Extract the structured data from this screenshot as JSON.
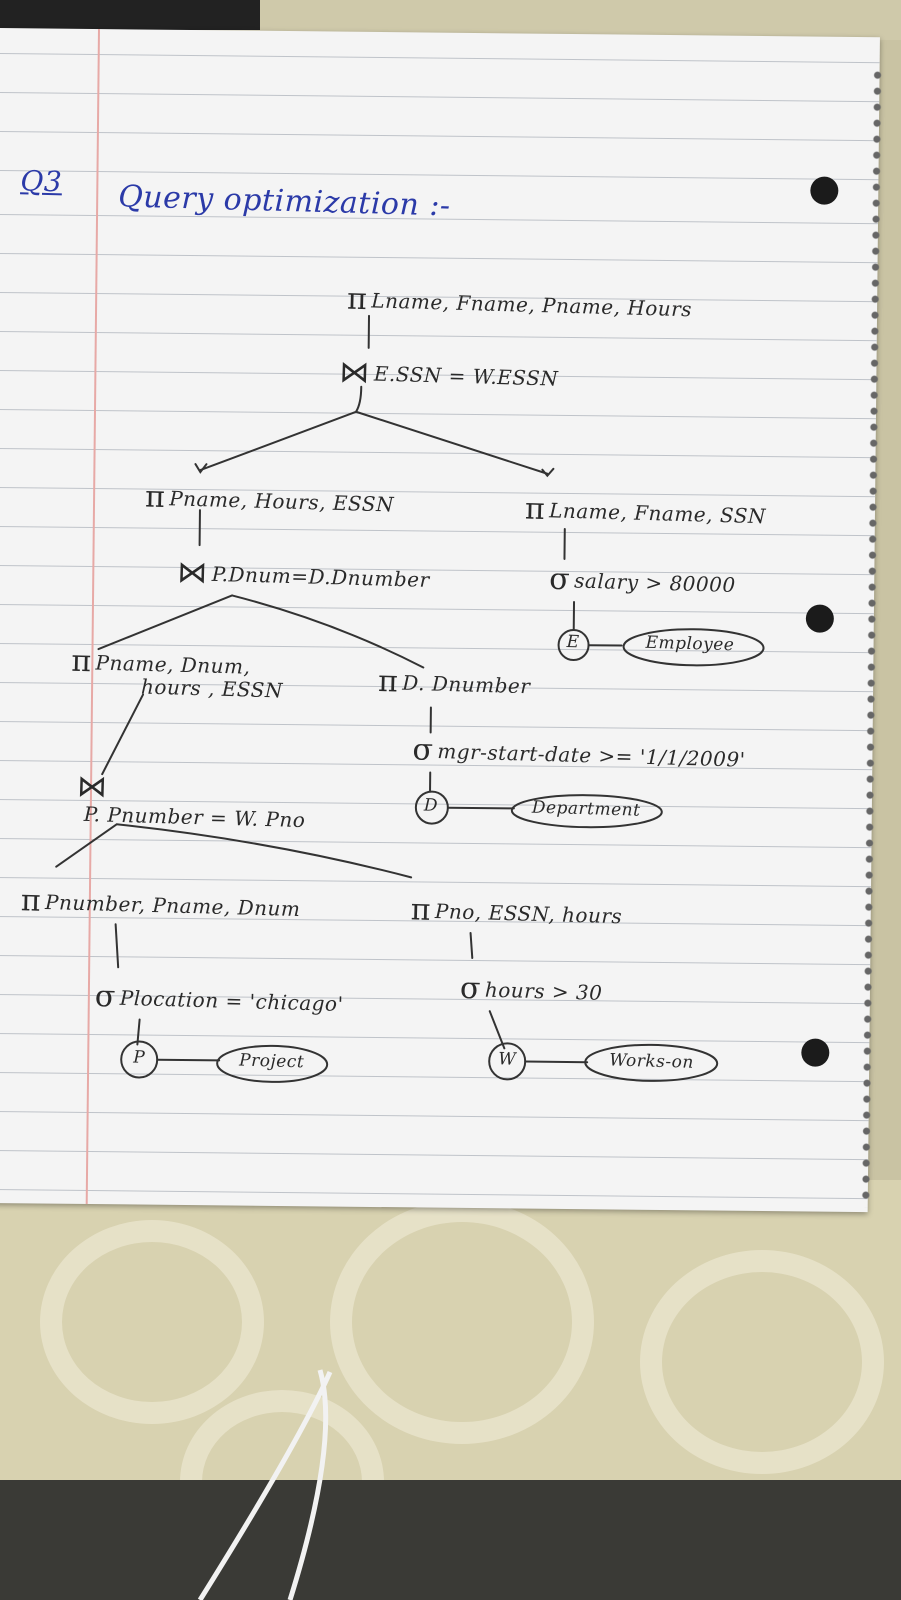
{
  "heading": {
    "number": "Q3",
    "title": "Query optimization :-"
  },
  "tree": {
    "root": {
      "symbol": "π",
      "label": "Lname, Fname, Pname, Hours"
    },
    "top_join": {
      "symbol": "⋈",
      "label": "E.SSN = W.ESSN"
    },
    "left_proj": {
      "symbol": "π",
      "label": "Pname, Hours, ESSN"
    },
    "right_proj": {
      "symbol": "π",
      "label": "Lname, Fname, SSN"
    },
    "mid_join": {
      "symbol": "⋈",
      "label": "P.Dnum=D.Dnumber"
    },
    "salary_select": {
      "symbol": "σ",
      "label": "salary > 80000"
    },
    "employee": {
      "short": "E",
      "name": "Employee"
    },
    "ll_proj": {
      "symbol": "π",
      "label_line1": "Pname, Dnum,",
      "label_line2": "hours , ESSN"
    },
    "dept_proj": {
      "symbol": "π",
      "label": "D. Dnumber"
    },
    "mgr_select": {
      "symbol": "σ",
      "label": "mgr-start-date >= '1/1/2009'"
    },
    "department": {
      "short": "D",
      "name": "Department"
    },
    "low_join": {
      "symbol": "⋈",
      "label": "P. Pnumber = W. Pno"
    },
    "proj_proj": {
      "symbol": "π",
      "label": "Pnumber, Pname, Dnum"
    },
    "works_proj": {
      "symbol": "π",
      "label": "Pno, ESSN, hours"
    },
    "loc_select": {
      "symbol": "σ",
      "label": "Plocation = 'chicago'"
    },
    "hours_select": {
      "symbol": "σ",
      "label": "hours > 30"
    },
    "project": {
      "short": "P",
      "name": "Project"
    },
    "works_on": {
      "short": "W",
      "name": "Works-on"
    }
  }
}
